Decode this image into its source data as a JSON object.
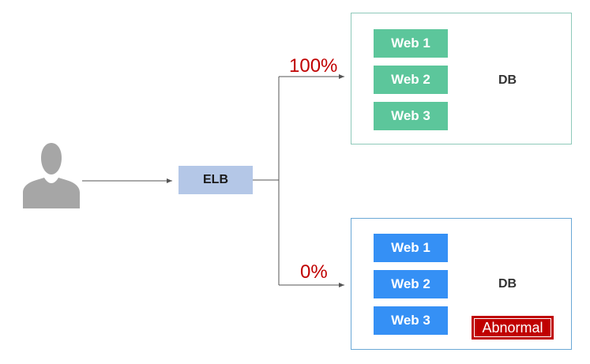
{
  "diagram": {
    "load_balancer": {
      "label": "ELB"
    },
    "top_group": {
      "weight": "100%",
      "servers": [
        "Web 1",
        "Web 2",
        "Web 3"
      ],
      "db_label": "DB",
      "colors": {
        "server": "#5cc69b",
        "db": "#d9edf3",
        "border": "#8fc9ba"
      }
    },
    "bottom_group": {
      "weight": "0%",
      "servers": [
        "Web 1",
        "Web 2",
        "Web 3"
      ],
      "db_label": "DB",
      "status_badge": "Abnormal",
      "colors": {
        "server": "#3590f5",
        "db": "#d3e3f7",
        "border": "#6aa8d6",
        "badge": "#c00000"
      }
    },
    "icons": {
      "client": "user-icon"
    },
    "accent_colors": {
      "weight_text": "#c00000",
      "elb_fill": "#b4c7e7",
      "user_icon": "#a6a6a6"
    }
  }
}
